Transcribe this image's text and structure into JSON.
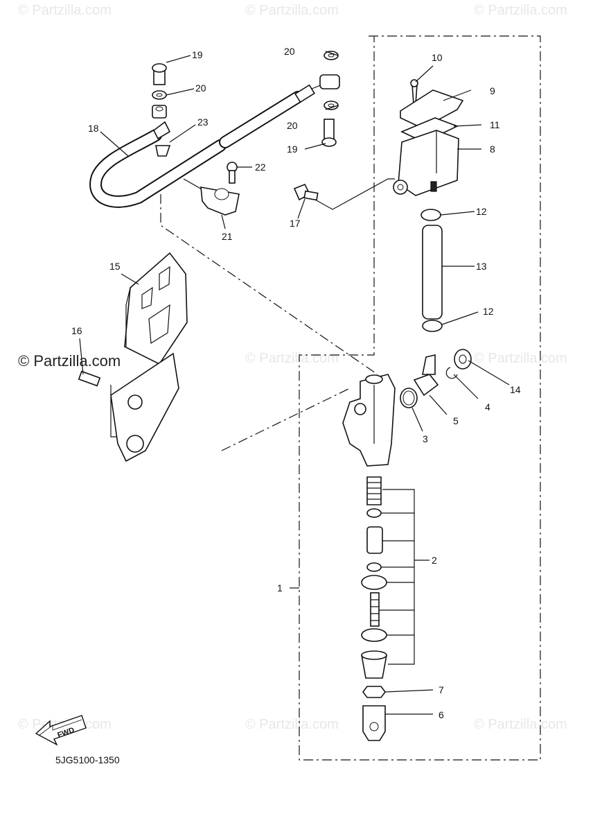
{
  "watermarks": [
    "© Partzilla.com",
    "© Partzilla.com",
    "© Partzilla.com",
    "© Partzilla.com",
    "© Partzilla.com",
    "© Partzilla.com",
    "© Partzilla.com",
    "© Partzilla.com",
    "© Partzilla.com"
  ],
  "watermark_prominent": "© Partzilla.com",
  "part_code": "5JG5100-1350",
  "fwd_label": "FWD",
  "callouts": {
    "c1": "1",
    "c2": "2",
    "c3": "3",
    "c4": "4",
    "c5": "5",
    "c6": "6",
    "c7": "7",
    "c8": "8",
    "c9": "9",
    "c10": "10",
    "c11": "11",
    "c12a": "12",
    "c12b": "12",
    "c13": "13",
    "c14": "14",
    "c15": "15",
    "c16": "16",
    "c17": "17",
    "c18": "18",
    "c19a": "19",
    "c19b": "19",
    "c20a": "20",
    "c20b": "20",
    "c20c": "20",
    "c21": "21",
    "c22": "22",
    "c23": "23"
  }
}
